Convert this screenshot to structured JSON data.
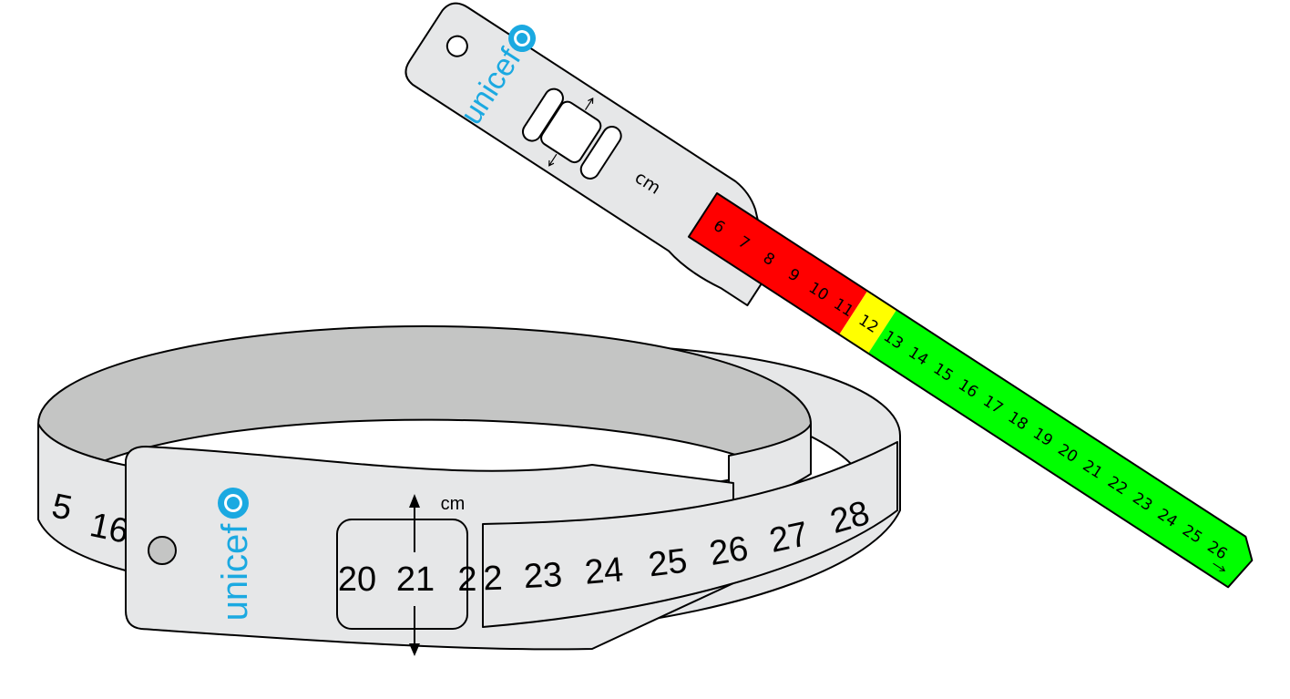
{
  "colors": {
    "tape": "#e6e7e8",
    "band_inner": "#c4c5c4",
    "brand": "#1ba9e1",
    "red_zone": "#ff0000",
    "yellow_zone": "#ffff00",
    "green_zone": "#00ff00"
  },
  "flat_tape": {
    "logo": "unicef",
    "unit": "cm",
    "red_numbers": [
      "6",
      "7",
      "8",
      "9",
      "10",
      "11"
    ],
    "yellow_numbers": [
      "12"
    ],
    "green_numbers": [
      "13",
      "14",
      "15",
      "16",
      "17",
      "18",
      "19",
      "20",
      "21",
      "22",
      "23",
      "24",
      "25",
      "26"
    ]
  },
  "band": {
    "logo": "unicef",
    "unit": "cm",
    "left_numbers": [
      "5",
      "16"
    ],
    "window_numbers": [
      "20",
      "21",
      "2"
    ],
    "strip_numbers": [
      "2",
      "23",
      "24",
      "25",
      "26",
      "27",
      "28"
    ]
  }
}
